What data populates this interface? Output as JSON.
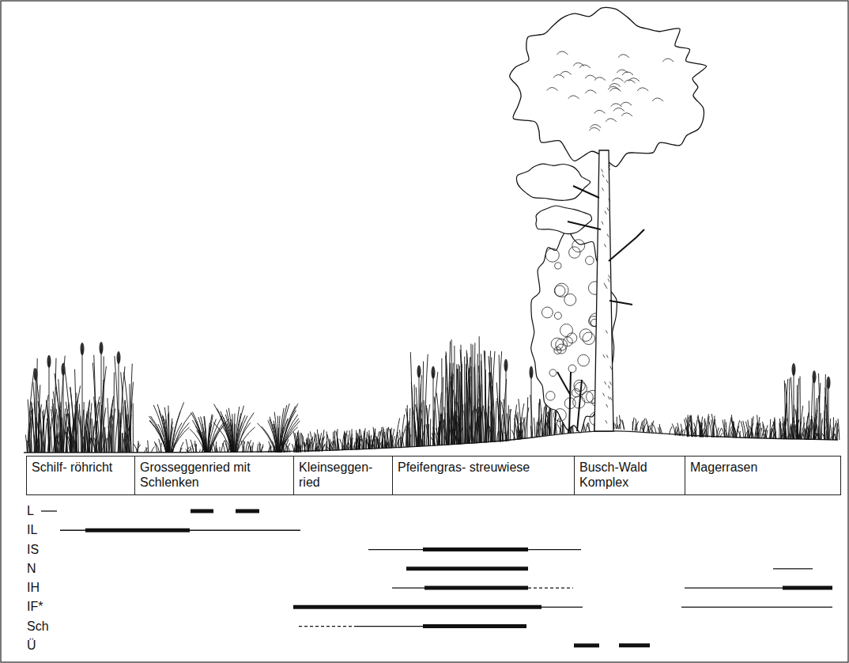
{
  "diagram": {
    "nodes": [
      {
        "text": [
          "Schilf- röhricht"
        ]
      },
      {
        "text": [
          "Grosseggenried mit Schlenken"
        ]
      },
      {
        "text": [
          "Kleinseggen- ried"
        ]
      },
      {
        "text": [
          "Pfeifengras- streuwiese"
        ]
      },
      {
        "text": [
          "Busch-Wald Komplex"
        ]
      },
      {
        "text": [
          "Magerrasen"
        ]
      }
    ],
    "labels": [
      "L",
      "IL",
      "IS",
      "N",
      "IH",
      "IF*",
      "Sch",
      "Ü"
    ]
  }
}
